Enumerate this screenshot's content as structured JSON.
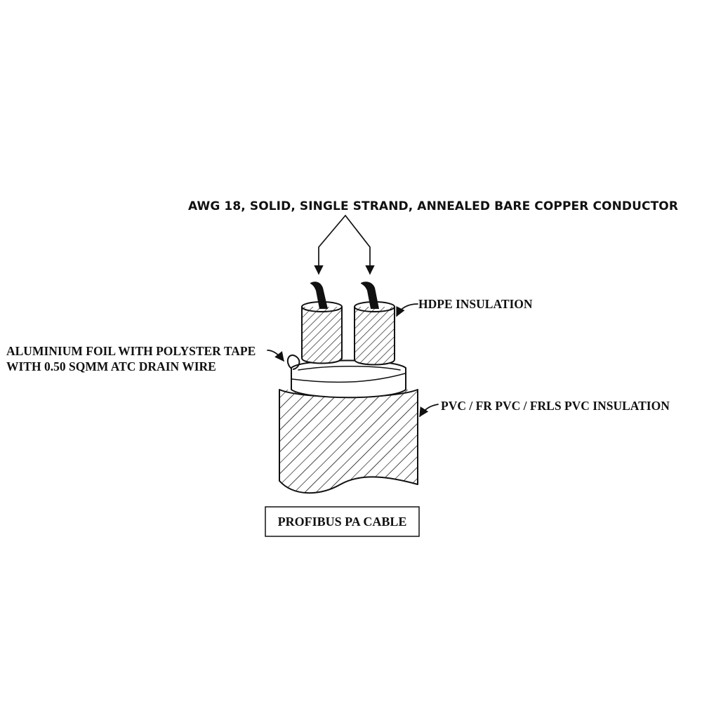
{
  "labels": {
    "conductor": "AWG 18, SOLID, SINGLE STRAND, ANNEALED BARE COPPER CONDUCTOR",
    "hdpe": "HDPE INSULATION",
    "foil_line1": "ALUMINIUM FOIL WITH POLYSTER TAPE",
    "foil_line2": "WITH 0.50 SQMM ATC DRAIN WIRE",
    "outer": "PVC / FR PVC / FRLS PVC INSULATION",
    "title": "PROFIBUS PA CABLE"
  },
  "colors": {
    "line": "#111111",
    "background": "#ffffff"
  }
}
